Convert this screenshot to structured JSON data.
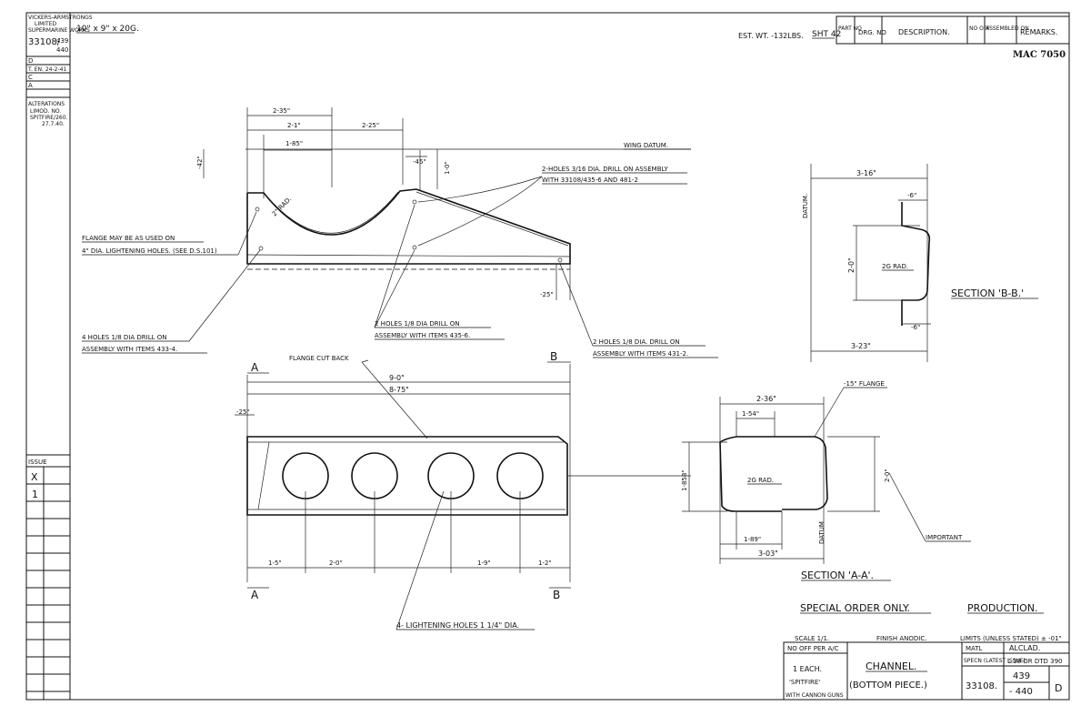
{
  "sidebar": {
    "maker": [
      "VICKERS-ARMSTRONGS",
      "LIMITED",
      "SUPERMARINE WORKS"
    ],
    "drawing_no": "33108/",
    "drawing_range": [
      "439",
      "440"
    ],
    "issue_rows": [
      "D",
      "T. EN. 24-2-41",
      "C",
      "A"
    ],
    "alterations_title": "ALTERATIONS",
    "alterations_text": [
      "LIMOD. NO.",
      "SPITFIRE/260.",
      "27.7.40."
    ],
    "issue_label": "ISSUE",
    "issue_marks": [
      "X",
      "1"
    ]
  },
  "header": {
    "stock": "10\" x 9\" x 20G.",
    "weight": "EST. WT. -132LBS.",
    "sheet": "SHT 42",
    "columns": [
      "PART NO",
      "DRG. NO",
      "DESCRIPTION.",
      "NO OFF",
      "ASSEMBLED ON",
      "REMARKS."
    ],
    "mac": "MAC 7050"
  },
  "main_view": {
    "dims_top": [
      "2-35\"",
      "2-1\"",
      "2-25\"",
      "1-85\"",
      "-42\"",
      "-45\"",
      "1-0\""
    ],
    "rad": "2\" RAD.",
    "wing_datum": "WING DATUM.",
    "note_flange": [
      "FLANGE MAY BE AS USED ON",
      "4\" DIA. LIGHTENING HOLES. (SEE D.S.101)"
    ],
    "note_2holes_top": [
      "2-HOLES 3/16 DIA. DRILL ON ASSEMBLY",
      "WITH 33108/435-6 AND 481-2"
    ],
    "dim_25": "-25\"",
    "note_4holes": [
      "4 HOLES 1/8 DIA DRILL ON",
      "ASSEMBLY WITH ITEMS 433-4."
    ],
    "note_2holes_mid": [
      "2 HOLES 1/8 DIA DRILL ON",
      "ASSEMBLY WITH ITEMS 435-6."
    ],
    "note_2holes_right": [
      "2 HOLES 1/8 DIA. DRILL ON",
      "ASSEMBLY WITH ITEMS 431-2."
    ],
    "flange_cut": "FLANGE CUT BACK",
    "dims_len": [
      "9-0\"",
      "8-75\""
    ],
    "dim_25b": "-25\"",
    "section_marks": [
      "A",
      "B"
    ],
    "dims_bottom": [
      "1-5\"",
      "2-0\"",
      "1-9\"",
      "1-2\""
    ],
    "lightening": "4- LIGHTENING HOLES 1 1/4\" DIA."
  },
  "section_bb": {
    "datum": "DATUM.",
    "dims": [
      "3-16\"",
      "-6\"",
      "2-0\"",
      "-6\"",
      "3-23\""
    ],
    "rad": "2G RAD.",
    "title": "SECTION 'B-B.'"
  },
  "section_aa": {
    "dims": [
      "2-36\"",
      "1-54\"",
      "-15\" FLANGE",
      "1-858\"",
      "2-0\"",
      "1-89\"",
      "3-03\""
    ],
    "rad": "2G RAD.",
    "datum": "DATUM",
    "important": "IMPORTANT",
    "title": "SECTION 'A-A'."
  },
  "footer": {
    "special": "SPECIAL ORDER ONLY.",
    "production": "PRODUCTION.",
    "scale": "SCALE 1/1.",
    "finish": "FINISH ANODIC.",
    "limits": "LIMITS (UNLESS STATED) ± -01\"",
    "no_off": "NO OFF PER A/C",
    "each": "1 EACH.",
    "spitfire": "'SPITFIRE'",
    "cannon": "WITH CANNON GUNS",
    "title_1": "CHANNEL.",
    "title_2": "(BOTTOM PIECE.)",
    "matl_label": "MATL",
    "matl": "ALCLAD.",
    "spec_label": "SPECN (LATEST ISSUE)",
    "spec": "L.38 OR DTD 390",
    "number": "33108.",
    "numbers": [
      "439",
      "- 440"
    ],
    "issue": "D"
  }
}
